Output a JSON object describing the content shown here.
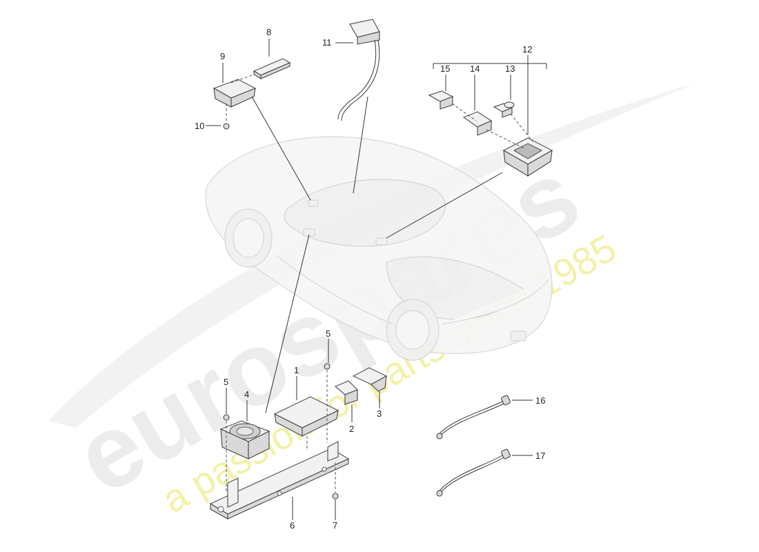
{
  "watermark": {
    "brand": "eurospares",
    "tagline": "a passion for parts since 1985"
  },
  "callouts": {
    "n1": "1",
    "n2": "2",
    "n3": "3",
    "n4": "4",
    "n5a": "5",
    "n5b": "5",
    "n6": "6",
    "n7": "7",
    "n8": "8",
    "n9": "9",
    "n10": "10",
    "n11": "11",
    "n12": "12",
    "n13": "13",
    "n14": "14",
    "n15": "15",
    "n16": "16",
    "n17": "17"
  },
  "colors": {
    "watermark_grey": "#ececec",
    "watermark_yellow": "#f3f1a8",
    "line": "#333333"
  }
}
